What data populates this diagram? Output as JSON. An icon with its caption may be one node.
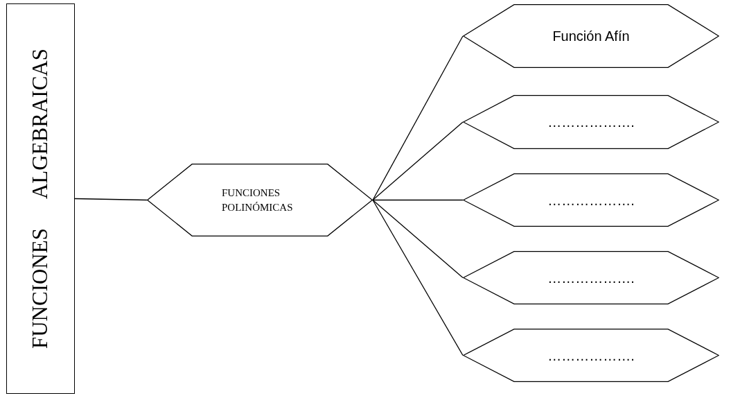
{
  "diagram": {
    "nodes": [
      {
        "text": [
          "FUNCIONES ALGEBRAICAS"
        ]
      },
      {
        "text": [
          "FUNCIONES POLINÓMICAS"
        ]
      },
      {
        "text": [
          "Función Afín"
        ]
      },
      {
        "text": [
          "………………."
        ]
      },
      {
        "text": [
          "………………."
        ]
      },
      {
        "text": [
          "………………."
        ]
      },
      {
        "text": [
          "………………."
        ]
      }
    ],
    "edges": [
      {
        "from": 0,
        "to": 1,
        "arrow": "none"
      },
      {
        "from": 1,
        "to": 2,
        "arrow": "none"
      },
      {
        "from": 1,
        "to": 3,
        "arrow": "none"
      },
      {
        "from": 1,
        "to": 4,
        "arrow": "none"
      },
      {
        "from": 1,
        "to": 5,
        "arrow": "none"
      },
      {
        "from": 1,
        "to": 6,
        "arrow": "none"
      }
    ]
  }
}
